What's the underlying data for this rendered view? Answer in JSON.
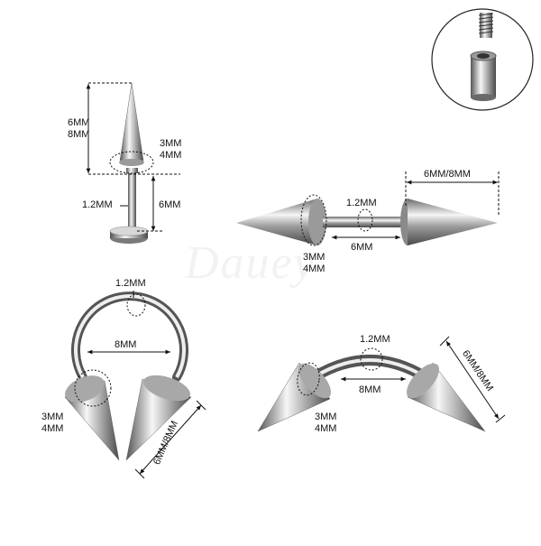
{
  "watermark": "Dauey",
  "labereal": {
    "length_a": "6MM",
    "length_b": "8MM",
    "base_a": "3MM",
    "base_b": "4MM",
    "gauge": "1.2MM",
    "bar": "6MM"
  },
  "barbell": {
    "gauge": "1.2MM",
    "bar": "6MM",
    "spike": "6MM/8MM",
    "base_a": "3MM",
    "base_b": "4MM"
  },
  "horseshoe": {
    "gauge": "1.2MM",
    "diameter": "8MM",
    "base_a": "3MM",
    "base_b": "4MM",
    "spike": "6MM/8MM"
  },
  "curved": {
    "gauge": "1.2MM",
    "length": "8MM",
    "base_a": "3MM",
    "base_b": "4MM",
    "spike": "6MM/8MM"
  },
  "colors": {
    "metal_light": "#f4f4f4",
    "metal_dark": "#5a5a5a",
    "dim_line": "#111111"
  }
}
